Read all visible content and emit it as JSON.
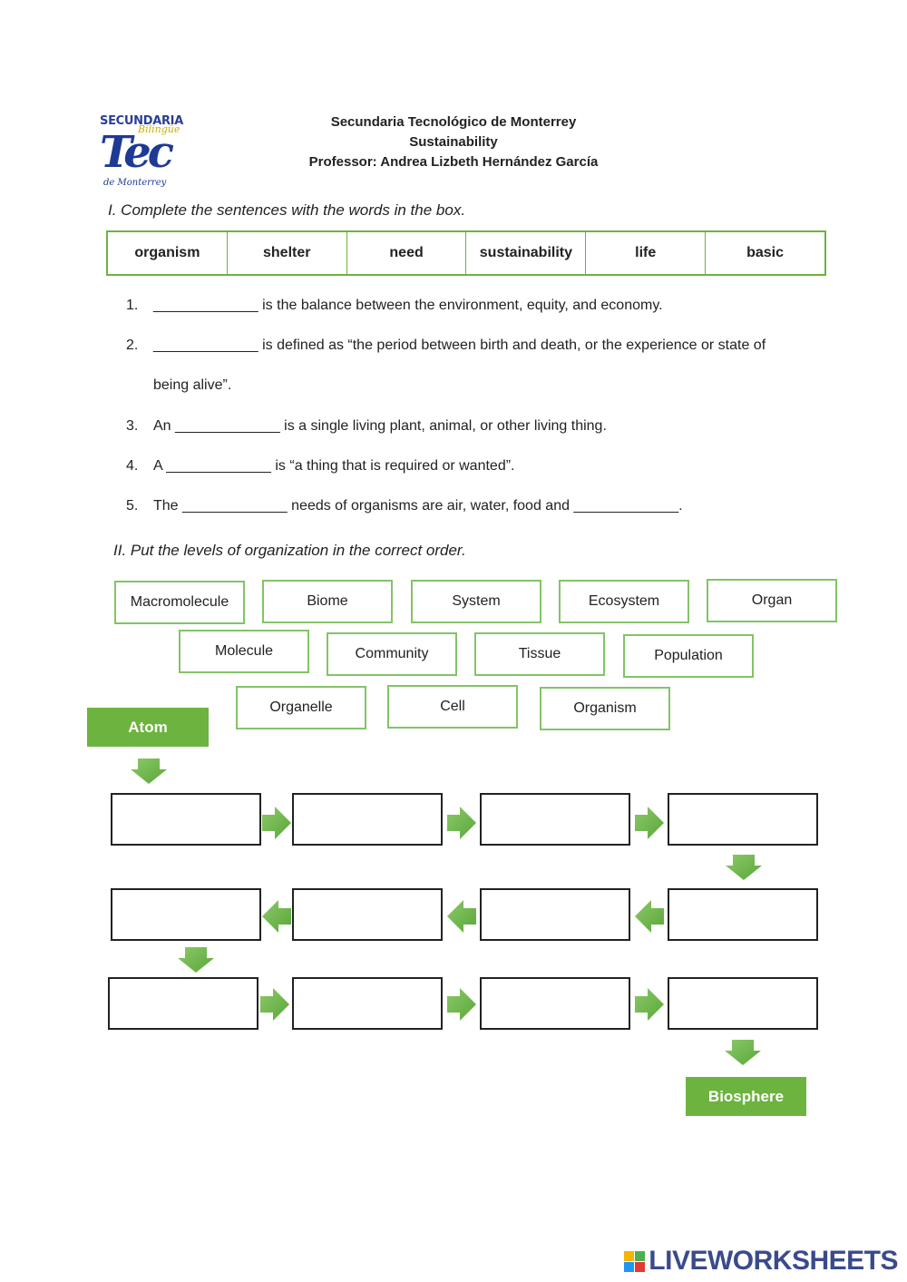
{
  "logo": {
    "line1": "SECUNDARIA",
    "line2": "Bilingüe",
    "line3": "Tec",
    "line4": "de Monterrey"
  },
  "header": {
    "school": "Secundaria Tecnológico de Monterrey",
    "subject": "Sustainability",
    "professor": "Professor: Andrea Lizbeth Hernández García"
  },
  "section1": {
    "title": "I. Complete the sentences with the words in the box.",
    "words": [
      "organism",
      "shelter",
      "need",
      "sustainability",
      "life",
      "basic"
    ],
    "sentences": [
      {
        "num": "1.",
        "text": "_____________ is the balance between the environment, equity, and economy."
      },
      {
        "num": "2.",
        "text": "_____________ is defined as “the period between birth and death, or the experience or state of"
      },
      {
        "num": "",
        "text": "being alive”."
      },
      {
        "num": "3.",
        "text": "An _____________ is a single living plant, animal, or other living thing."
      },
      {
        "num": "4.",
        "text": "A _____________ is “a thing that is required or wanted”."
      },
      {
        "num": "5.",
        "text": "The _____________ needs of organisms are air, water, food and _____________."
      }
    ]
  },
  "section2": {
    "title": "II. Put the levels of organization in the correct order.",
    "tiles": [
      "Macromolecule",
      "Biome",
      "System",
      "Ecosystem",
      "Organ",
      "Molecule",
      "Community",
      "Tissue",
      "Population",
      "Organelle",
      "Cell",
      "Organism"
    ],
    "start": "Atom",
    "end": "Biosphere"
  },
  "colors": {
    "accent_green": "#6db33f",
    "tile_border": "#82c466"
  },
  "footer": {
    "brand": "LIVEWORKSHEETS"
  }
}
